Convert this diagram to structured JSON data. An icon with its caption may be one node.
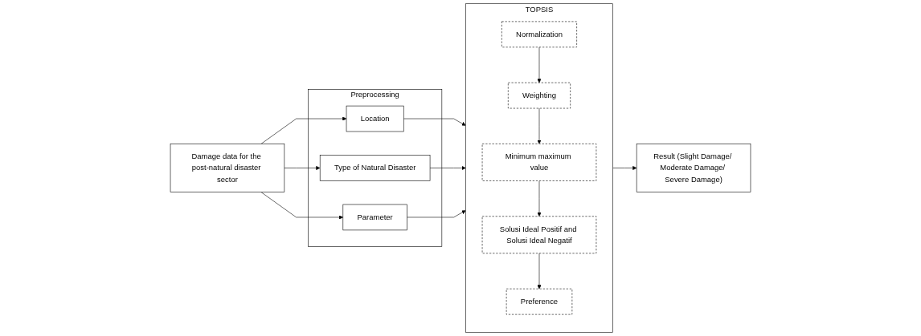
{
  "diagram": {
    "nodes": [
      {
        "text": [
          "Damage data for the post-natural disaster sector"
        ]
      },
      {
        "text": [
          "Preprocessing"
        ]
      },
      {
        "text": [
          "Location"
        ],
        "in": 1
      },
      {
        "text": [
          "Type of Natural Disaster"
        ],
        "in": 1
      },
      {
        "text": [
          "Parameter"
        ],
        "in": 1
      },
      {
        "text": [
          "TOPSIS"
        ]
      },
      {
        "text": [
          "Normalization"
        ],
        "in": 5
      },
      {
        "text": [
          "Weighting"
        ],
        "in": 5
      },
      {
        "text": [
          "Minimum maximum value"
        ],
        "in": 5
      },
      {
        "text": [
          "Solusi Ideal Positif and Solusi Ideal Negatif"
        ],
        "in": 5
      },
      {
        "text": [
          "Preference"
        ],
        "in": 5
      },
      {
        "text": [
          "Result (Slight Damage/ Moderate Damage/ Severe Damage)"
        ]
      }
    ],
    "edges": [
      {
        "from": 0,
        "to": 2,
        "arrow": "to"
      },
      {
        "from": 0,
        "to": 3,
        "arrow": "to"
      },
      {
        "from": 0,
        "to": 4,
        "arrow": "to"
      },
      {
        "from": 2,
        "to": 5,
        "arrow": "to"
      },
      {
        "from": 3,
        "to": 5,
        "arrow": "to"
      },
      {
        "from": 4,
        "to": 5,
        "arrow": "to"
      },
      {
        "from": 6,
        "to": 7,
        "arrow": "to"
      },
      {
        "from": 7,
        "to": 8,
        "arrow": "to"
      },
      {
        "from": 8,
        "to": 9,
        "arrow": "to"
      },
      {
        "from": 9,
        "to": 10,
        "arrow": "to"
      },
      {
        "from": 5,
        "to": 11,
        "arrow": "to"
      }
    ]
  }
}
